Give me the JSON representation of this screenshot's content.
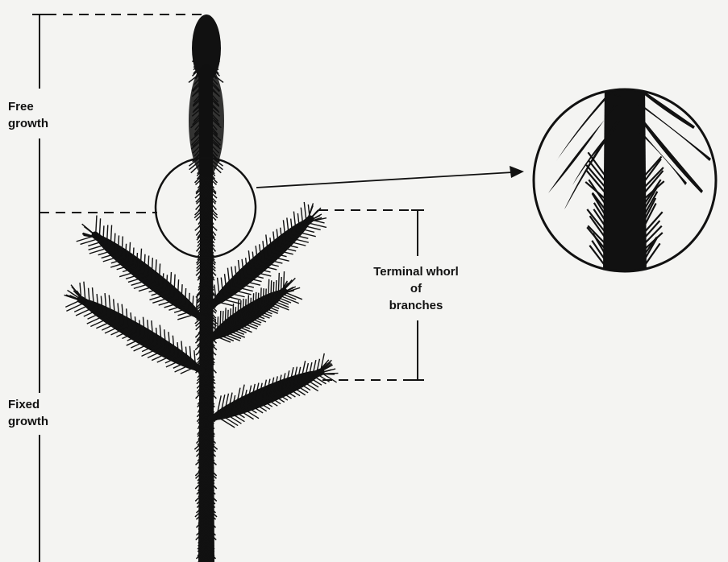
{
  "labels": {
    "free_growth": [
      "Free",
      "growth"
    ],
    "fixed_growth": [
      "Fixed",
      "growth"
    ],
    "terminal_whorl": [
      "Terminal whorl",
      "of",
      "branches"
    ]
  },
  "colors": {
    "background": "#f4f4f2",
    "ink": "#111111"
  }
}
